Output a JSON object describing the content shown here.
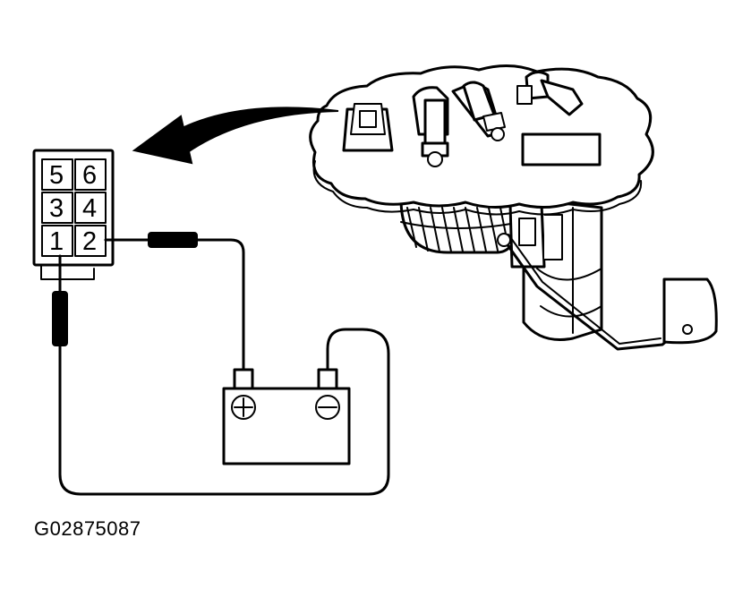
{
  "connector": {
    "pins": [
      {
        "pin": "5"
      },
      {
        "pin": "6"
      },
      {
        "pin": "3"
      },
      {
        "pin": "4"
      },
      {
        "pin": "1"
      },
      {
        "pin": "2"
      }
    ]
  },
  "battery": {
    "positive_symbol": "+",
    "negative_symbol": "−"
  },
  "figure": {
    "id": "G02875087"
  }
}
